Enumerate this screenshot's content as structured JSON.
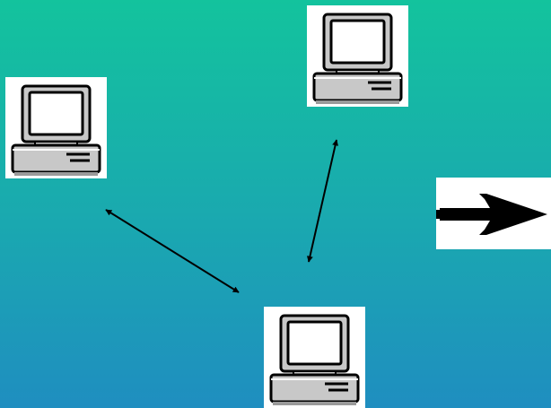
{
  "diagram": {
    "background": {
      "top_color": "#13c39d",
      "bottom_color": "#1f8ec0"
    },
    "nodes": [
      {
        "id": "computer-left",
        "icon": "desktop-computer-icon"
      },
      {
        "id": "computer-top",
        "icon": "desktop-computer-icon"
      },
      {
        "id": "computer-bottom",
        "icon": "desktop-computer-icon"
      }
    ],
    "edges": [
      {
        "from": "computer-left",
        "to": "computer-bottom",
        "style": "double-headed-arrow"
      },
      {
        "from": "computer-top",
        "to": "computer-bottom",
        "style": "double-headed-arrow"
      }
    ],
    "navigation": {
      "icon": "right-arrow-icon",
      "color": "#000000"
    }
  }
}
